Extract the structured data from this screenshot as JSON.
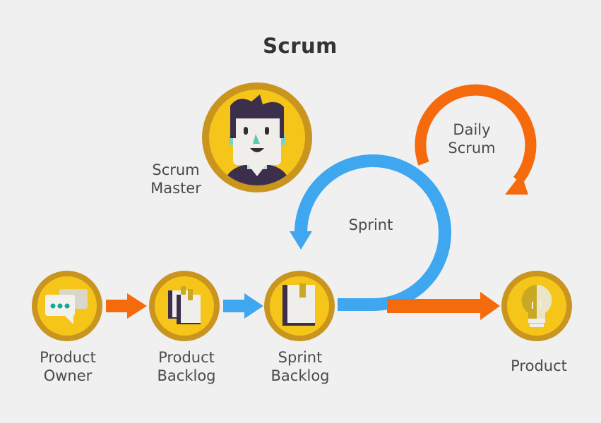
{
  "title": "Scrum",
  "labels": {
    "scrum_master": "Scrum\nMaster",
    "daily_scrum": "Daily\nScrum",
    "sprint": "Sprint",
    "product_owner": "Product\nOwner",
    "product_backlog": "Product\nBacklog",
    "sprint_backlog": "Sprint\nBacklog",
    "product": "Product"
  },
  "colors": {
    "background": "#f0f0f0",
    "node_fill": "#f6c51a",
    "node_ring": "#c9951e",
    "orange": "#f46a0c",
    "blue": "#3ea7f0"
  },
  "icons": {
    "scrum_master": "person-avatar-icon",
    "product_owner": "chat-bubble-icon",
    "product_backlog": "books-icon",
    "sprint_backlog": "book-icon",
    "product": "lightbulb-icon"
  }
}
